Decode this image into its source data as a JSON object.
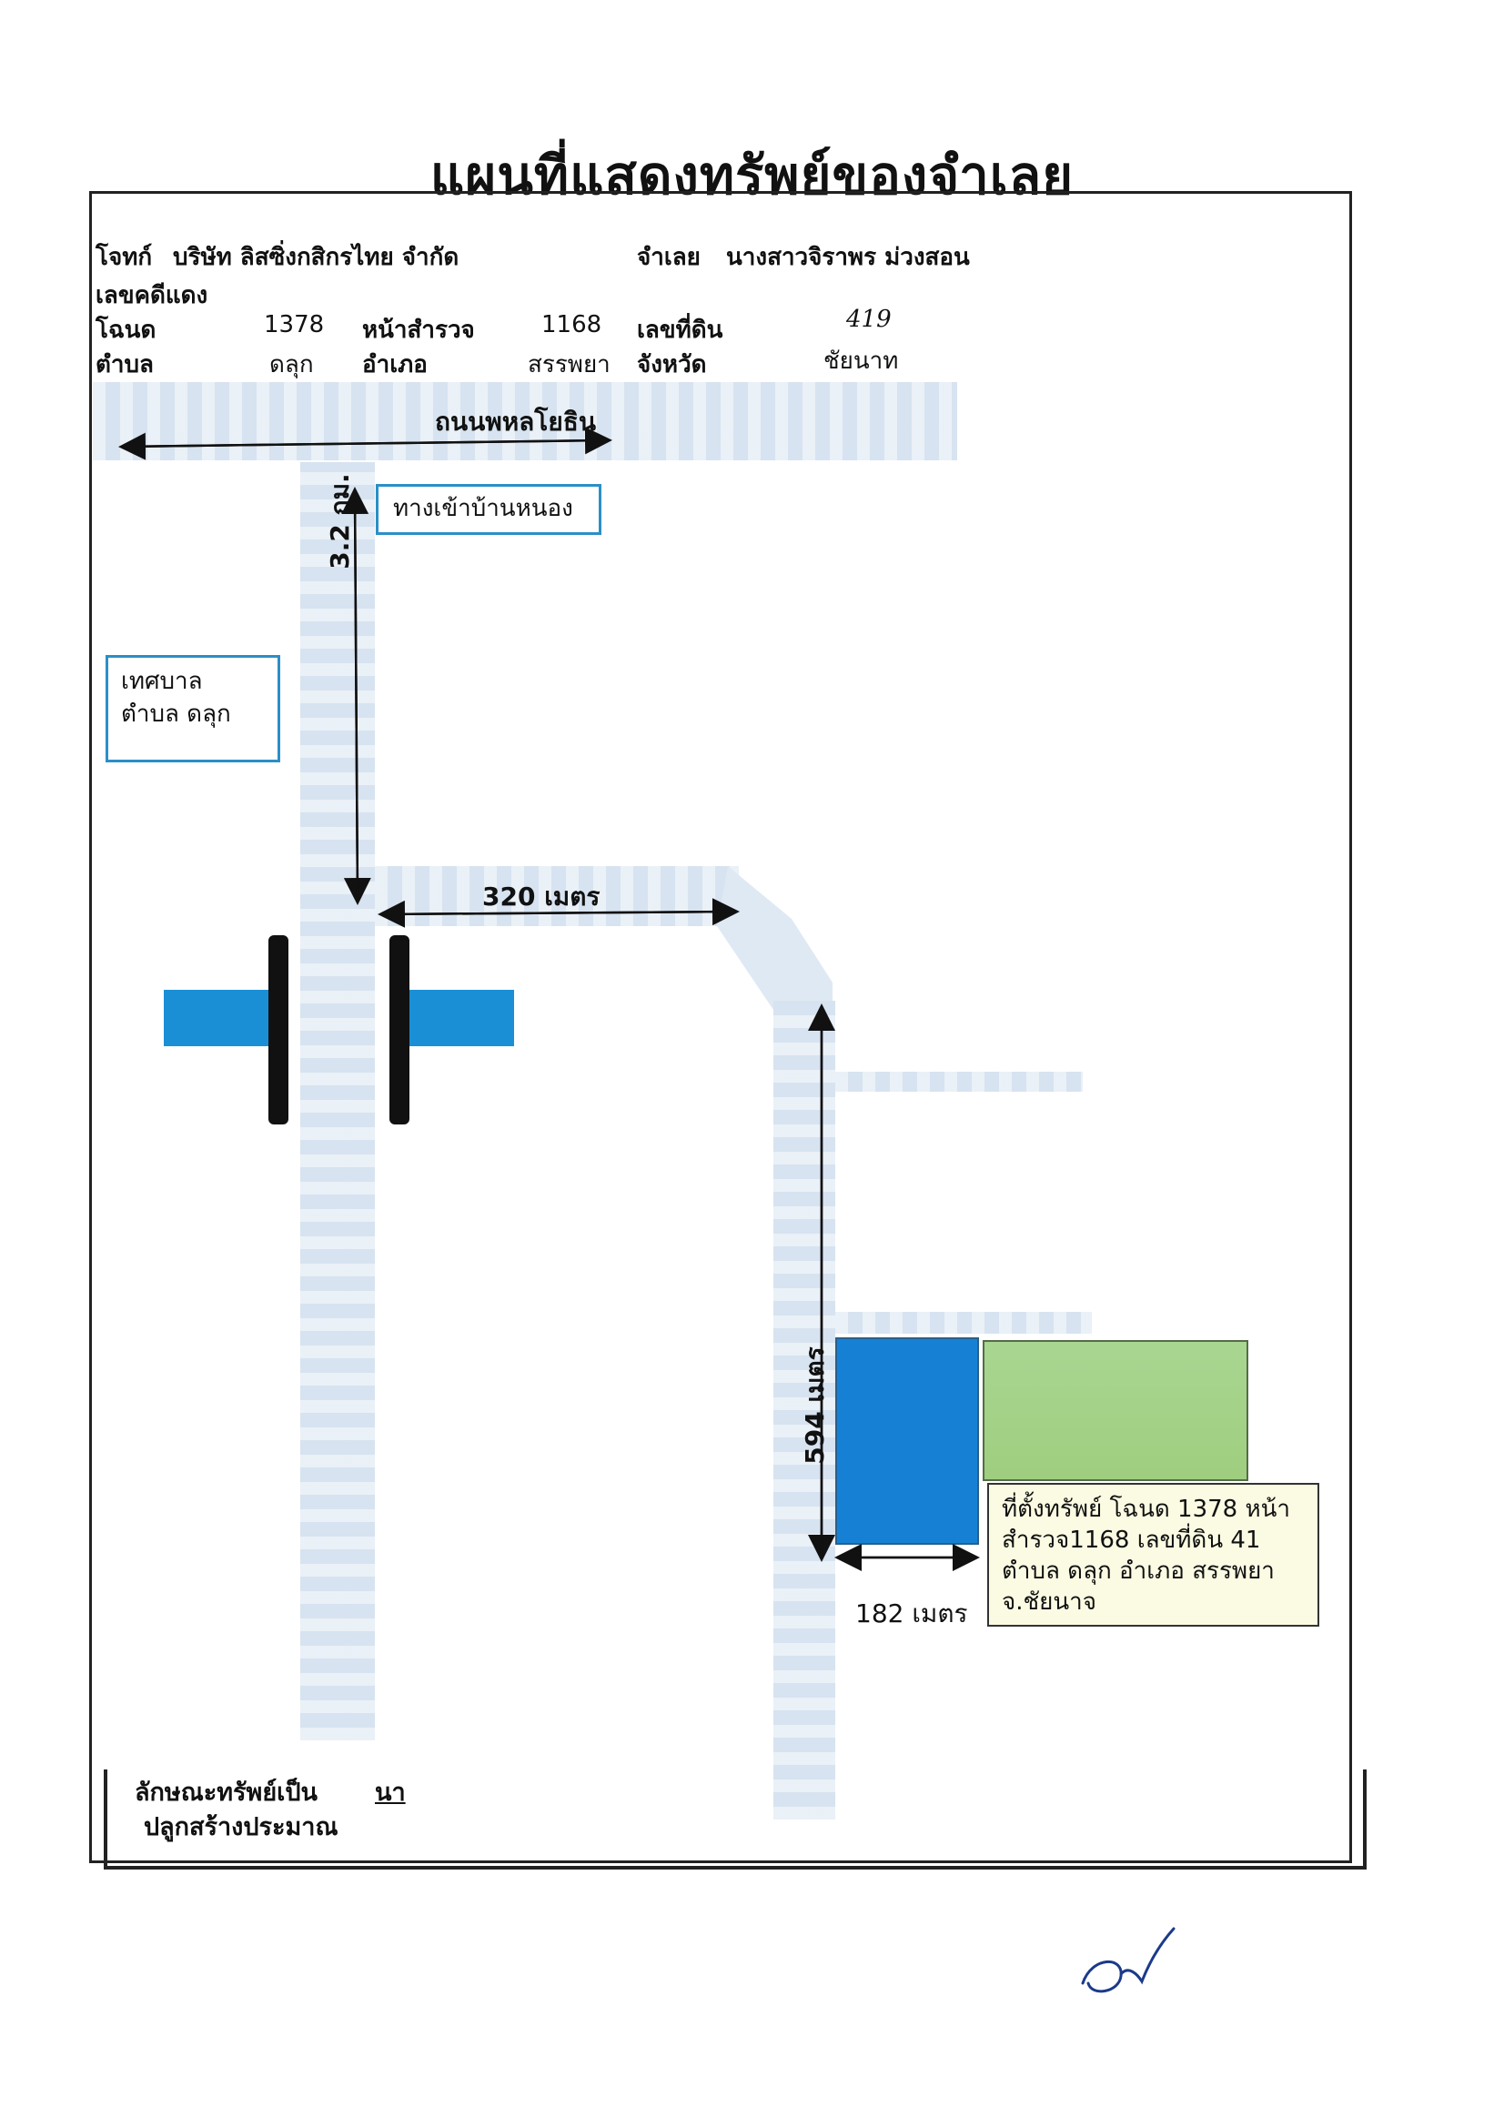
{
  "title": "แผนที่แสดงทรัพย์ของจำเลย",
  "header": {
    "plaintiff_label": "โจทก์",
    "plaintiff_value": "บริษัท ลิสซิ่งกสิกรไทย จำกัด",
    "defendant_label": "จำเลย",
    "defendant_value": "นางสาวจิราพร ม่วงสอน",
    "redcase_label": "เลขคดีแดง",
    "deed_label": "โฉนด",
    "deed_value": "1378",
    "survey_label": "หน้าสำรวจ",
    "survey_value": "1168",
    "landno_label": "เลขที่ดิน",
    "landno_value": "419",
    "tambon_label": "ตำบล",
    "tambon_value": "ดลุก",
    "amphoe_label": "อำเภอ",
    "amphoe_value": "สรรพยา",
    "province_label": "จังหวัด",
    "province_value": "ชัยนาท"
  },
  "map": {
    "main_road": "ถนนพหลโยธิน",
    "entrance_label": "ทางเข้าบ้านหนอง",
    "municipality_label": [
      "เทศบาล",
      "ตำบล ดลุก"
    ],
    "dist_vertical_1": "3.2 กม.",
    "dist_horizontal": "320 เมตร",
    "dist_vertical_2": "594 เมตร",
    "dist_parcel_width": "182 เมตร",
    "callout": [
      "ที่ตั้งทรัพย์  โฉนด 1378 หน้า",
      "สำรวจ1168 เลขที่ดิน 41",
      "ตำบล ดลุก อำเภอ สรรพยา",
      "จ.ชัยนาจ"
    ],
    "colors": {
      "road": "#dfe9f3",
      "water": "#1b8fd6",
      "parcel": "#1681d4",
      "neighbor": "#a6d48a",
      "label_border": "#2b8fc7"
    }
  },
  "footer": {
    "property_type_label": "ลักษณะทรัพย์เป็น",
    "property_type_value": "นา",
    "building_label": "ปลูกสร้างประมาณ"
  },
  "signature_icon": "handwritten-signature"
}
